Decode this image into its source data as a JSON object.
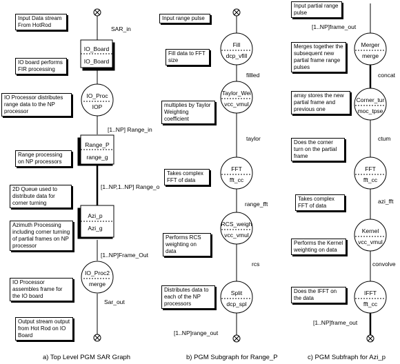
{
  "panel_a": {
    "notes": [
      "Input Data stream From HotRod",
      "IO board performs FIR processing",
      "IO Processor distributes range data to the NP processor",
      "Range processing on NP processors",
      "2D Queue used to distribute data for corner turning",
      "Azimuth Processing including corner turning of partial frames on NP processor",
      "IO Processor assembles frame for the IO board",
      "Output stream output from Hot Rod on IO Board"
    ],
    "nodes": [
      {
        "name": "IO_Board",
        "sub": "IO_Board"
      },
      {
        "name": "IO_Proc",
        "sub": "IOP"
      },
      {
        "name": "Range_P",
        "sub": "range_g"
      },
      {
        "name": "Azi_p",
        "sub": "Azi_g"
      },
      {
        "name": "IO_Proc2",
        "sub": "merge"
      }
    ],
    "edges": [
      "SAR_in",
      "[1..NP] Range_in",
      "[1..NP,1..NP] Range_o",
      "[1..NP]Frame_Out",
      "Sar_out"
    ],
    "caption": "a) Top Level PGM SAR Graph"
  },
  "panel_b": {
    "notes": [
      "Input range pulse",
      "Fill data to FFT size",
      "multiplies by Taylor Weighting coefficient",
      "Takes complex FFT of data",
      "Performs RCS weighting on data",
      "Distributes data to each of the NP processors"
    ],
    "nodes": [
      {
        "name": "Fill",
        "sub": "dcp_vfill"
      },
      {
        "name": "Taylor_Wei",
        "sub": "vcc_vmul"
      },
      {
        "name": "FFT",
        "sub": "fft_cc"
      },
      {
        "name": "RCS_weigh",
        "sub": "vcc_vmul"
      },
      {
        "name": "Split",
        "sub": "dcp_spl"
      }
    ],
    "edges": [
      "fillled",
      "taylor",
      "range_fft",
      "rcs",
      "[1..NP]range_out"
    ],
    "caption": "b) PGM Subgraph for Range_P"
  },
  "panel_c": {
    "notes": [
      "Input partial range pulse",
      "Merges together the subsequent new partial frame range pulses",
      "array stores the new partial frame and previous one",
      "Does the corner turn on the partial frame",
      "Takes complex FFT of data",
      "Performs the Kernel weighting on data",
      "Does the IFFT on the data"
    ],
    "nodes": [
      {
        "name": "Merger",
        "sub": "merge"
      },
      {
        "name": "Corner_tur",
        "sub": "moc_tpse"
      },
      {
        "name": "FFT",
        "sub": "fft_cc"
      },
      {
        "name": "Kernel",
        "sub": "vcc_vmul"
      },
      {
        "name": "IFFT",
        "sub": "fft_cc"
      }
    ],
    "edges": [
      "[1..NP]frame_out",
      "concat",
      "ctum",
      "azi_fft",
      "convolve",
      "[1..NP]frame_out"
    ],
    "caption": "c) PGM Subfraph for Azi_p"
  }
}
